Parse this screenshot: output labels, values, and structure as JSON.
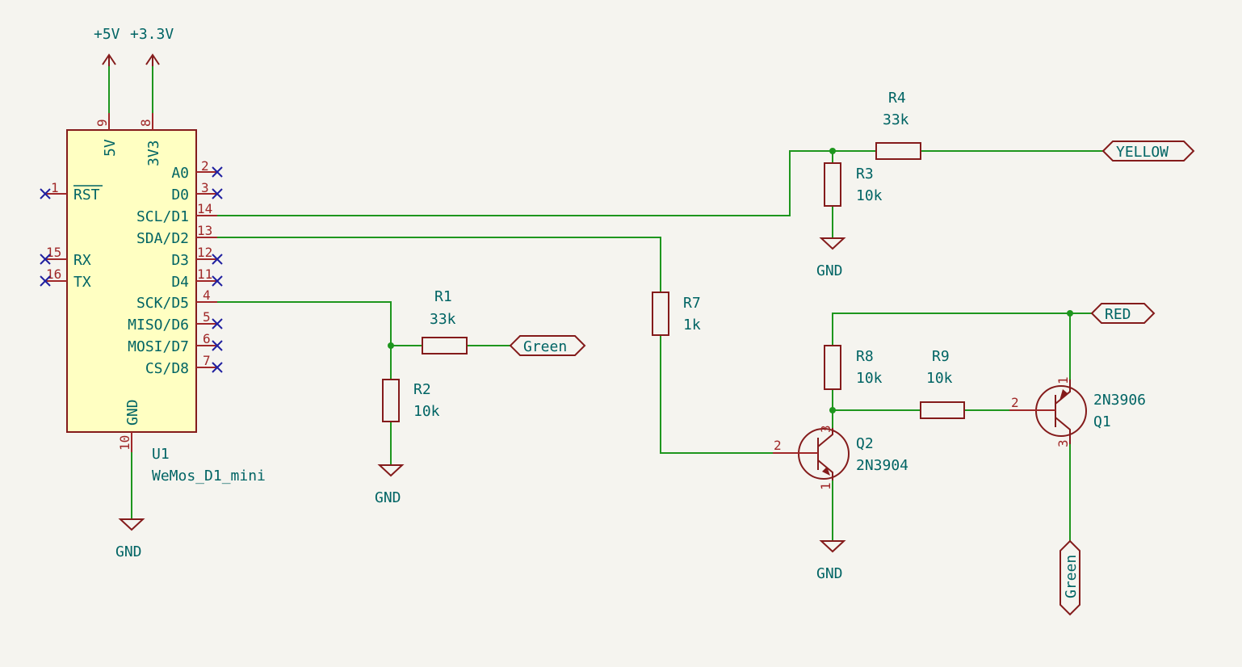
{
  "power": {
    "p5v": "+5V",
    "p3v3": "+3.3V",
    "gnd": "GND"
  },
  "u1": {
    "ref": "U1",
    "value": "WeMos_D1_mini",
    "top_pins": [
      {
        "num": "9",
        "name": "5V"
      },
      {
        "num": "8",
        "name": "3V3"
      }
    ],
    "bottom_pin": {
      "num": "10",
      "name": "GND"
    },
    "left_pins": [
      {
        "num": "1",
        "name": "RST"
      },
      {
        "num": "15",
        "name": "RX"
      },
      {
        "num": "16",
        "name": "TX"
      }
    ],
    "right_pins": [
      {
        "num": "2",
        "name": "A0"
      },
      {
        "num": "3",
        "name": "D0"
      },
      {
        "num": "14",
        "name": "SCL/D1"
      },
      {
        "num": "13",
        "name": "SDA/D2"
      },
      {
        "num": "12",
        "name": "D3"
      },
      {
        "num": "11",
        "name": "D4"
      },
      {
        "num": "4",
        "name": "SCK/D5"
      },
      {
        "num": "5",
        "name": "MISO/D6"
      },
      {
        "num": "6",
        "name": "MOSI/D7"
      },
      {
        "num": "7",
        "name": "CS/D8"
      }
    ]
  },
  "resistors": {
    "r1": {
      "ref": "R1",
      "value": "33k"
    },
    "r2": {
      "ref": "R2",
      "value": "10k"
    },
    "r3": {
      "ref": "R3",
      "value": "10k"
    },
    "r4": {
      "ref": "R4",
      "value": "33k"
    },
    "r7": {
      "ref": "R7",
      "value": "1k"
    },
    "r8": {
      "ref": "R8",
      "value": "10k"
    },
    "r9": {
      "ref": "R9",
      "value": "10k"
    }
  },
  "transistors": {
    "q1": {
      "ref": "Q1",
      "value": "2N3906",
      "pins": [
        "1",
        "2",
        "3"
      ]
    },
    "q2": {
      "ref": "Q2",
      "value": "2N3904",
      "pins": [
        "1",
        "2",
        "3"
      ]
    }
  },
  "net_labels": {
    "yellow": "YELLOW",
    "red": "RED",
    "green_left": "Green",
    "green_bottom": "Green"
  }
}
